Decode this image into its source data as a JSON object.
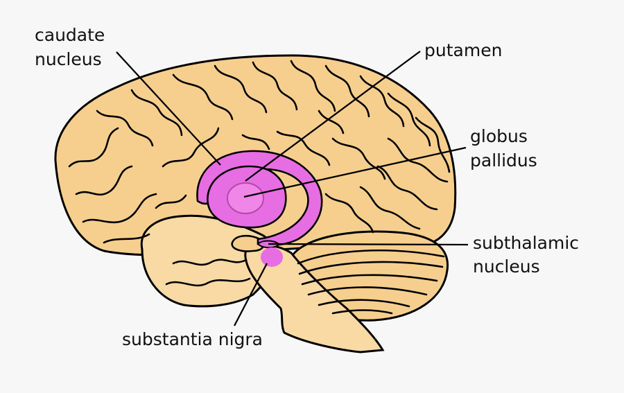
{
  "labels": {
    "caudate_nucleus": [
      "caudate",
      "nucleus"
    ],
    "putamen": "putamen",
    "globus_pallidus": [
      "globus",
      "pallidus"
    ],
    "subthalamic_nucleus": [
      "subthalamic",
      "nucleus"
    ],
    "substantia_nigra": "substantia nigra"
  },
  "colors": {
    "brain": "#f6cf8f",
    "brain_light": "#f9daa4",
    "basal_ganglia": "#e76de3",
    "globus_pallidus": "#ef86e8",
    "outline": "#000000",
    "background": "#f7f7f7"
  }
}
